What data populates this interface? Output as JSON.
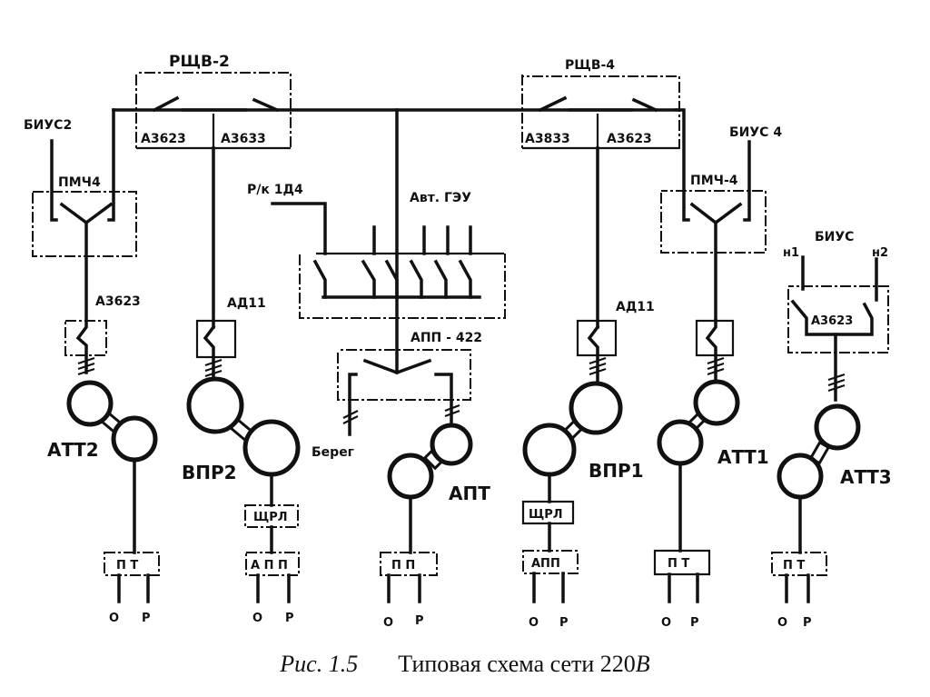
{
  "caption": {
    "figure": "Рис. 1.5",
    "title": "Типовая схема сети 220",
    "unit": "В"
  },
  "panels": {
    "rshv2": {
      "name": "РЩВ-2",
      "breaker_left": "А3623",
      "breaker_right": "А3633"
    },
    "rshv4": {
      "name": "РЩВ-4",
      "breaker_left": "А3833",
      "breaker_right": "А3623"
    }
  },
  "labels": {
    "bius2": "БИУС2",
    "pmch4_left": "ПМЧ4",
    "bius4": "БИУС 4",
    "pmch4_right": "ПМЧ-4",
    "rk1d4": "Р/к 1Д4",
    "avt_geu": "Авт. ГЭУ",
    "app422": "АПП - 422",
    "bereg": "Берег",
    "bius": "БИУС",
    "n1": "н1",
    "n2": "н2",
    "bius_breaker": "А3623"
  },
  "feeders": [
    {
      "breaker": "А3623",
      "unit": "АТТ2",
      "panel": "П Т",
      "outputs": [
        "О",
        "Р"
      ]
    },
    {
      "breaker": "АД11",
      "unit": "ВПР2",
      "aux": "ЩРЛ",
      "panel": "А П П",
      "outputs": [
        "О",
        "Р"
      ]
    },
    {
      "breaker": "",
      "unit": "АПТ",
      "panel": "П П",
      "outputs": [
        "О",
        "Р"
      ]
    },
    {
      "breaker": "АД11",
      "unit": "ВПР1",
      "aux": "ЩРЛ",
      "panel": "АПП",
      "outputs": [
        "О",
        "Р"
      ]
    },
    {
      "breaker": "",
      "unit": "АТТ1",
      "panel": "П Т",
      "outputs": [
        "О",
        "Р"
      ]
    },
    {
      "breaker": "",
      "unit": "АТТ3",
      "panel": "П Т",
      "outputs": [
        "О",
        "Р"
      ]
    }
  ]
}
